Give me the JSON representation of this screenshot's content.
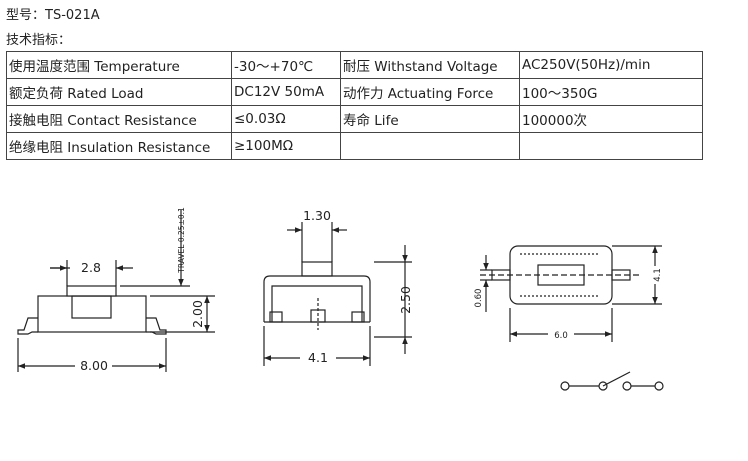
{
  "model": {
    "label": "型号：",
    "value": "TS-021A"
  },
  "spec_heading": "技术指标：",
  "specs": [
    [
      {
        "name": "使用温度范围 Temperature",
        "value": "-30～+70℃"
      },
      {
        "name": "耐压 Withstand Voltage",
        "value": "AC250V(50Hz)/min"
      }
    ],
    [
      {
        "name": "额定负荷 Rated Load",
        "value": "DC12V 50mA"
      },
      {
        "name": "动作力 Actuating Force",
        "value": "100～350G"
      }
    ],
    [
      {
        "name": "接触电阻 Contact Resistance",
        "value": "≤0.03Ω"
      },
      {
        "name": "寿命 Life",
        "value": "100000次"
      }
    ],
    [
      {
        "name": "绝缘电阻 Insulation Resistance",
        "value": "≥100MΩ"
      },
      {
        "name": "",
        "value": ""
      }
    ]
  ],
  "dimensions": {
    "side_actuator_width": "2.8",
    "side_total_width": "8.00",
    "side_height": "2.00",
    "travel": "TRAVEL 0.25±0.1",
    "front_actuator_width": "1.30",
    "front_height": "2.50",
    "front_width": "4.1",
    "top_height": "4.1",
    "top_width": "6.0",
    "top_terminal": "0.60"
  }
}
